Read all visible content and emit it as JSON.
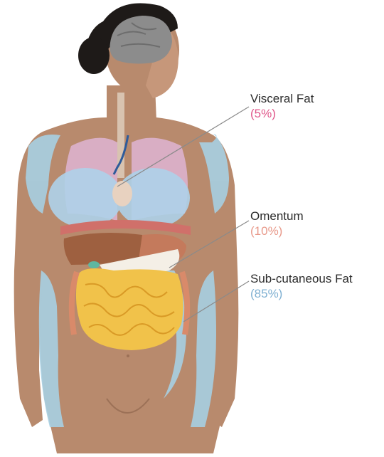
{
  "labels": {
    "visceral": {
      "name": "Visceral Fat",
      "percent": "(5%)"
    },
    "omentum": {
      "name": "Omentum",
      "percent": "(10%)"
    },
    "subcutaneous": {
      "name": "Sub-cutaneous Fat",
      "percent": "(85%)"
    }
  },
  "fat_distribution": [
    {
      "name": "Visceral Fat",
      "percent": 5
    },
    {
      "name": "Omentum",
      "percent": 10
    },
    {
      "name": "Sub-cutaneous Fat",
      "percent": 85
    }
  ],
  "colors": {
    "skin": "#b88a6d",
    "skin_shadow": "#9c7157",
    "hair": "#1e1a18",
    "brain": "#8c8c8c",
    "subcutaneous_fat": "#a7cfe2",
    "lung_fat": "#aed2ea",
    "lungs": "#d9aec4",
    "liver": "#9e6040",
    "stomach": "#c47a5c",
    "intestine": "#f1c24a",
    "omentum_text": "#e8998a",
    "visceral_text": "#e0578a",
    "subcutaneous_text": "#7fb0d2",
    "leader_line": "#8a8a8a"
  }
}
